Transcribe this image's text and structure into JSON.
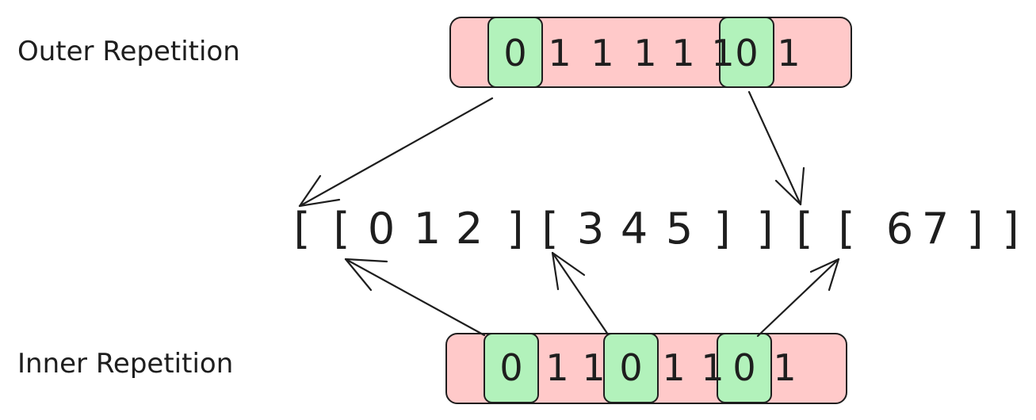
{
  "labels": {
    "outer": "Outer Repetition",
    "inner": "Inner Repetition"
  },
  "outer_bar": {
    "digits": [
      "0",
      "1",
      "1",
      "1",
      "1",
      "1",
      "0",
      "1"
    ],
    "highlighted": [
      0,
      6
    ]
  },
  "inner_bar": {
    "digits": [
      "0",
      "1",
      "1",
      "0",
      "1",
      "1",
      "0",
      "1"
    ],
    "highlighted": [
      0,
      3,
      6
    ]
  },
  "nested_list": {
    "tokens": [
      "[",
      "[",
      "0",
      "1",
      "2",
      "]",
      "[",
      "3",
      "4",
      "5",
      "]",
      "]",
      "[",
      "[",
      "6",
      "7",
      "]",
      "]"
    ]
  },
  "colors": {
    "bar_fill": "#ffc9c9",
    "highlight_fill": "#b2f2bb",
    "stroke": "#1e1e1e"
  }
}
